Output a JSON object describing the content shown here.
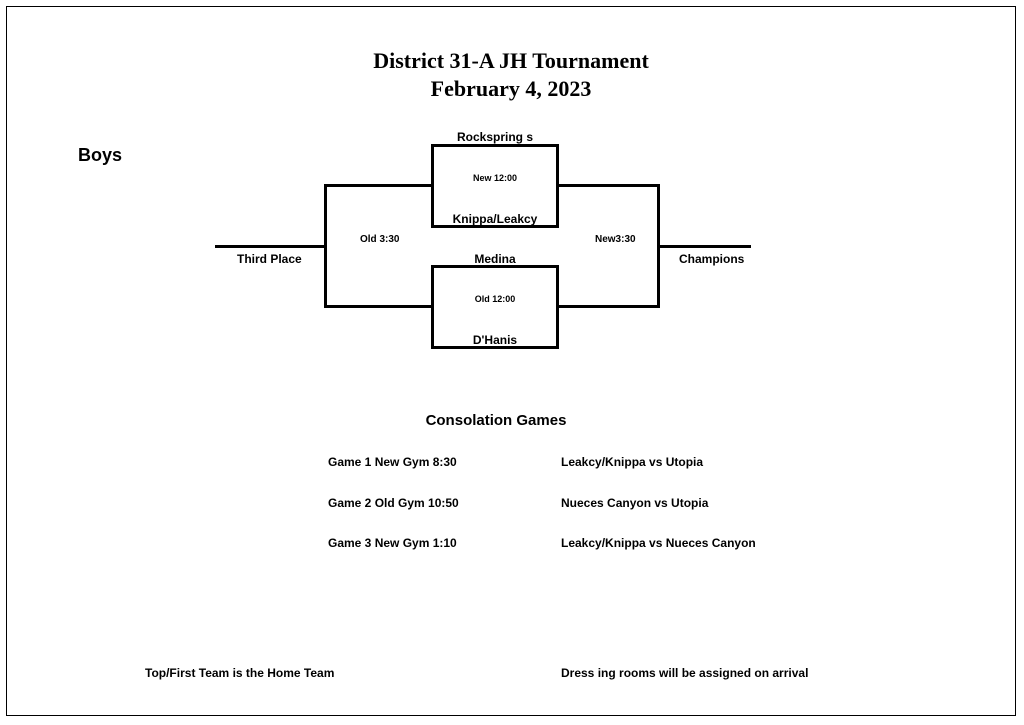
{
  "header": {
    "title": "District 31-A JH Tournament",
    "date": "February 4, 2023"
  },
  "division": "Boys",
  "bracket": {
    "top_team_1": "Rockspring s",
    "top_game": "New 12:00",
    "top_team_2": "Knippa/Leakcy",
    "bottom_team_1": "Medina",
    "bottom_game": "Old 12:00",
    "bottom_team_2": "D'Hanis",
    "third_place_game": "Old 3:30",
    "third_place_label": "Third Place",
    "championship_game": "New3:30",
    "champions_label": "Champions"
  },
  "consolation": {
    "heading": "Consolation Games",
    "games": [
      {
        "time": "Game 1 New Gym 8:30",
        "matchup": "Leakcy/Knippa vs Utopia"
      },
      {
        "time": "Game 2 Old Gym 10:50",
        "matchup": "Nueces Canyon vs Utopia"
      },
      {
        "time": "Game 3 New Gym 1:10",
        "matchup": "Leakcy/Knippa vs Nueces Canyon"
      }
    ]
  },
  "footer": {
    "left_note": "Top/First Team is the Home Team",
    "right_note": "Dress ing rooms will be assigned on arrival"
  }
}
